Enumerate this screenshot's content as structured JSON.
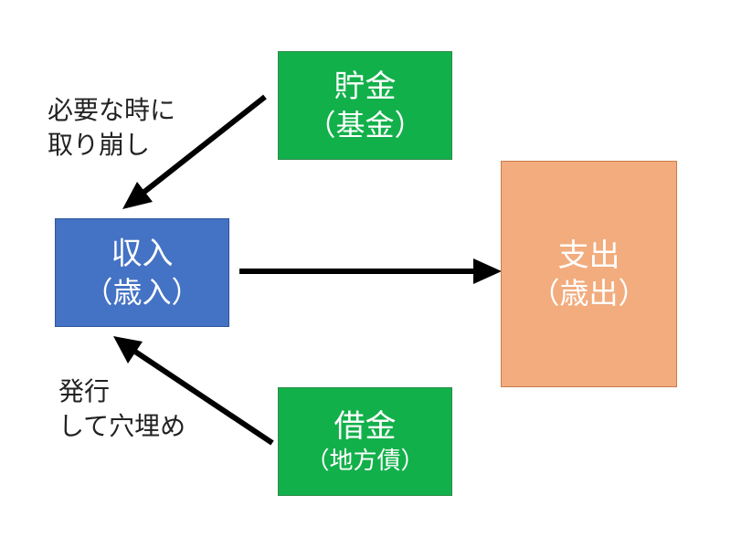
{
  "boxes": {
    "savings": {
      "title": "貯金",
      "sub": "（基金）"
    },
    "income": {
      "title": "収入",
      "sub": "（歳入）"
    },
    "expense": {
      "title": "支出",
      "sub": "（歳出）"
    },
    "debt": {
      "title": "借金",
      "sub": "（地方債）"
    }
  },
  "labels": {
    "withdraw": {
      "line1": "必要な時に",
      "line2": "取り崩し"
    },
    "issue": {
      "line1": "発行",
      "line2": "して穴埋め"
    }
  },
  "colors": {
    "savings": "#12b04a",
    "income": "#4472c4",
    "expense": "#f2ac7e",
    "debt": "#12b04a",
    "arrow": "#000000"
  }
}
